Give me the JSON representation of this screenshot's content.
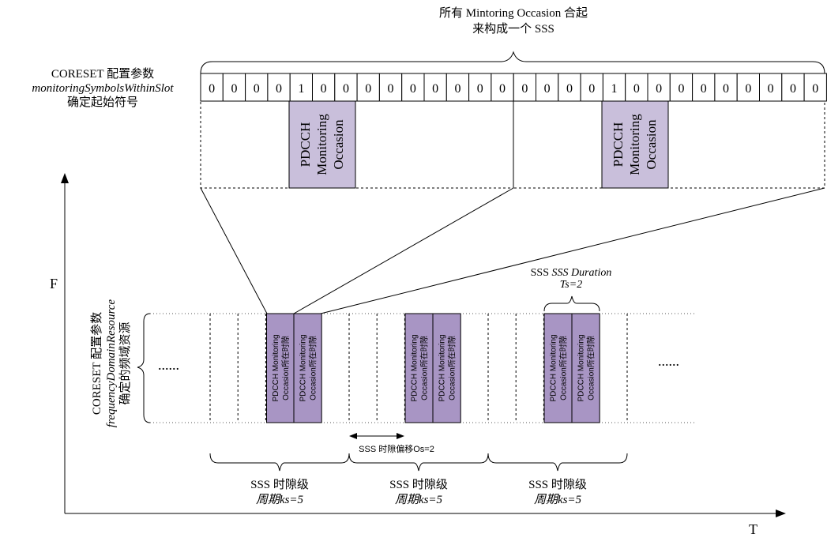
{
  "top_label": {
    "line1": "所有 Mintoring Occasion 合起",
    "line2": "来构成一个 SSS"
  },
  "coreset_top": {
    "line1": "CORESET 配置参数",
    "line2": "monitoringSymbolsWithinSlot",
    "line3": "确定起始符号"
  },
  "slot_bits": {
    "slot1": [
      "0",
      "0",
      "0",
      "0",
      "1",
      "0",
      "0",
      "0",
      "0",
      "0",
      "0",
      "0",
      "0",
      "0"
    ],
    "slot2": [
      "0",
      "0",
      "0",
      "0",
      "1",
      "0",
      "0",
      "0",
      "0",
      "0",
      "0",
      "0",
      "0",
      "0"
    ]
  },
  "monitoring_occasion_label": [
    "PDCCH",
    "Monitoring",
    "Occasion"
  ],
  "axis": {
    "f_label": "F",
    "t_label": "T"
  },
  "coreset_left": {
    "line1": "CORESET 配置参数",
    "line2": "frequencyDomainResource",
    "line3": "确定的频域资源"
  },
  "pdcch_slot_label": [
    "PDCCH Monitoring",
    "Occasion所在时隙"
  ],
  "sss_duration": {
    "line1": "SSS Duration",
    "line2": "Ts=2"
  },
  "offset_label": "SSS 时隙偏移Os=2",
  "period_labels": [
    {
      "line1": "SSS 时隙级",
      "line2": "周期ks=5"
    },
    {
      "line1": "SSS 时隙级",
      "line2": "周期ks=5"
    },
    {
      "line1": "SSS 时隙级",
      "line2": "周期ks=5"
    }
  ],
  "ellipsis_left": "......",
  "ellipsis_right": "......"
}
